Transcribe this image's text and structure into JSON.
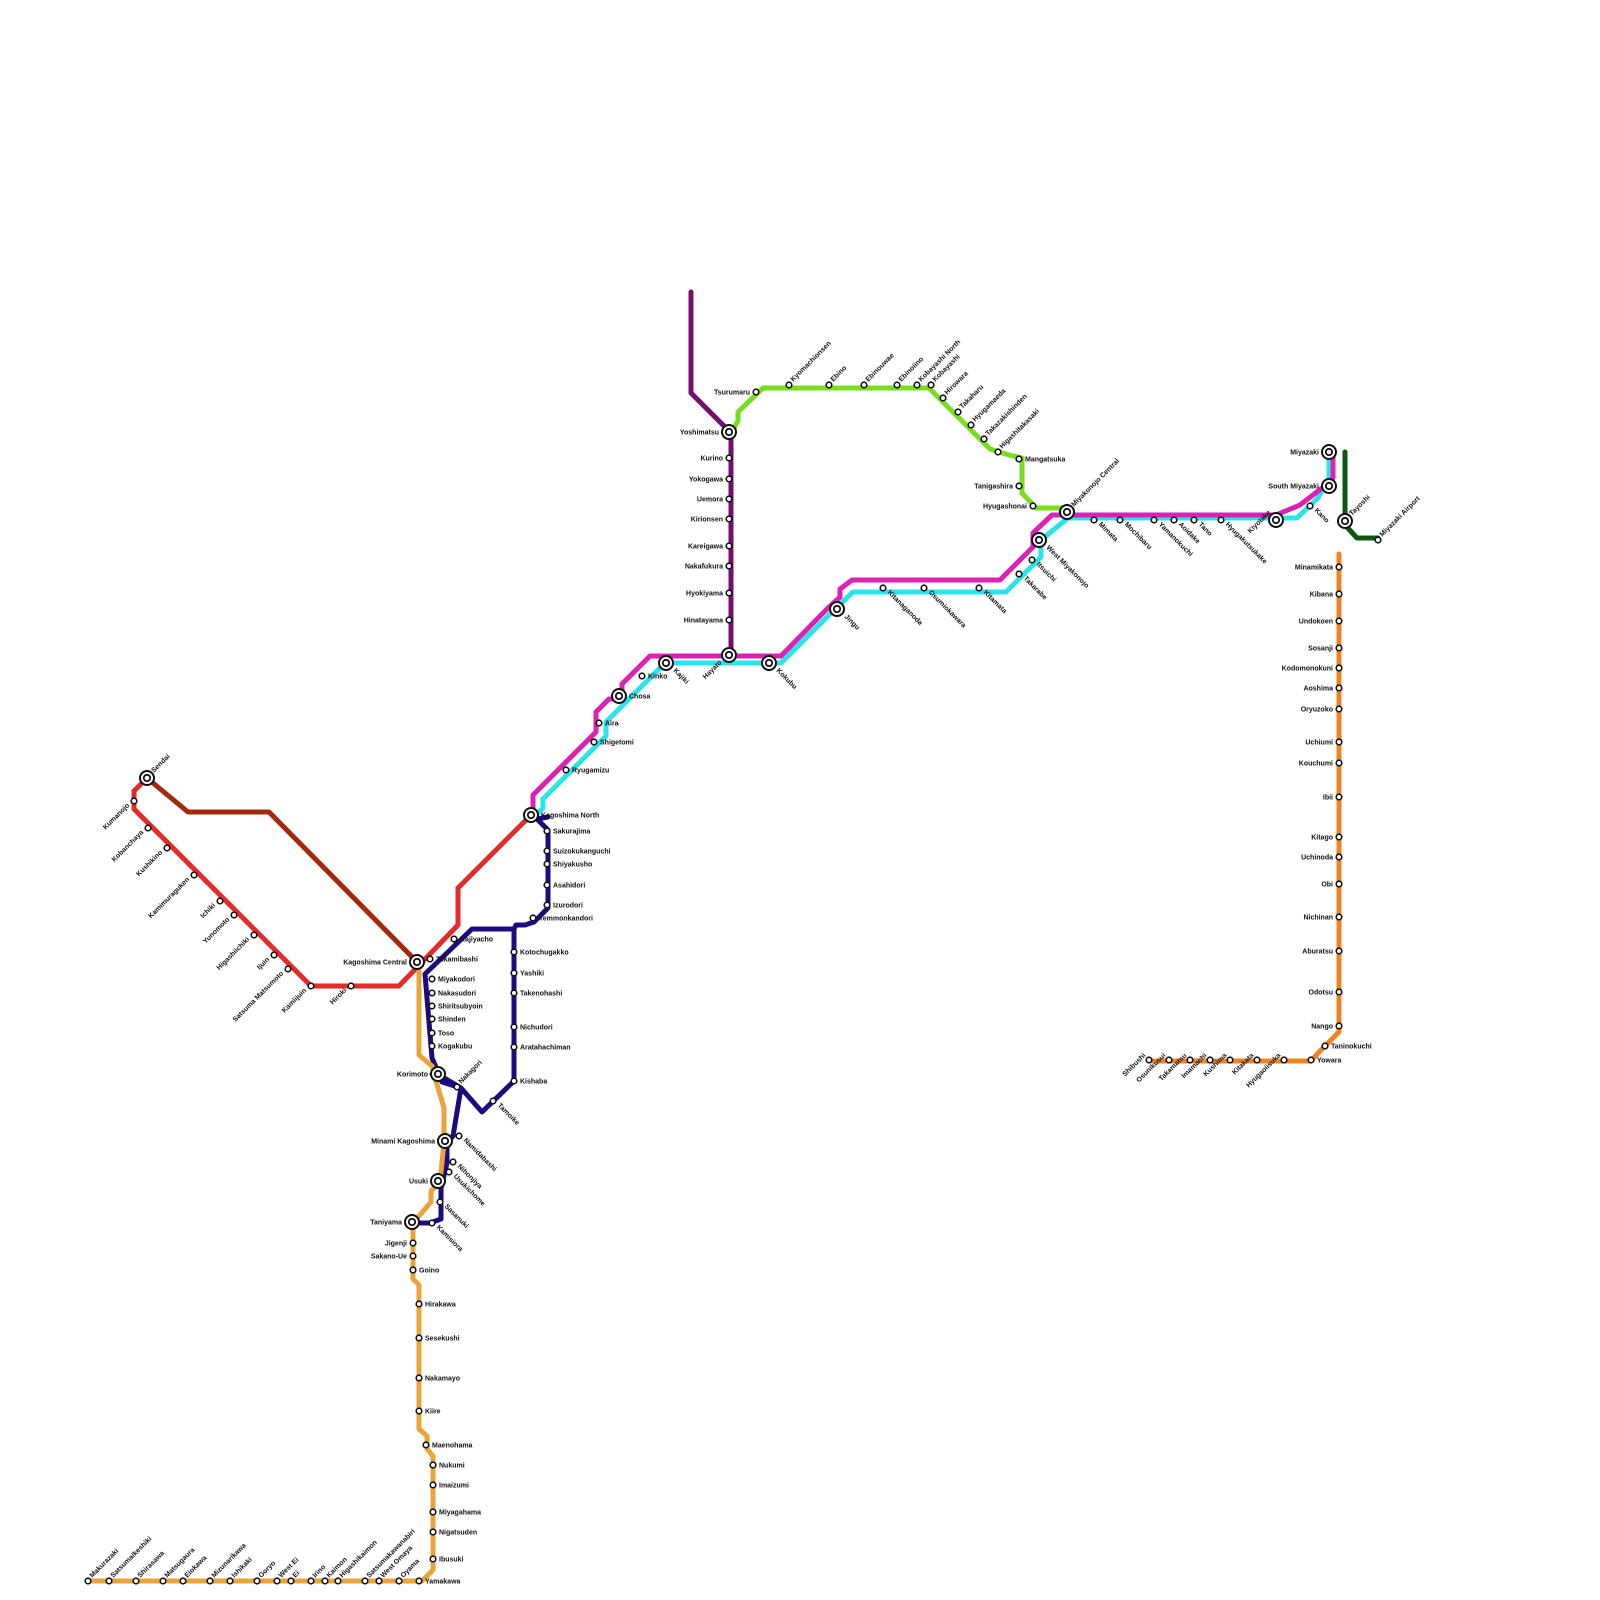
{
  "colors": {
    "red": "#e52a2a",
    "brown": "#a5280b",
    "purple": "#750c6e",
    "green": "#77df1d",
    "magenta": "#db22b4",
    "cyan": "#27e5ea",
    "navy": "#1c0a80",
    "gold": "#eaa43a",
    "orange": "#f08421",
    "darkgreen": "#0c5712"
  },
  "stations": [
    "Sendai",
    "Kumanojo",
    "Kobanchaya",
    "Kushikino",
    "Kamimuraguken",
    "Ichiki",
    "Yunomoto",
    "Higashiichiki",
    "Ijuin",
    "Satsuma Matsumoto",
    "Kamiijuin",
    "Hiroki",
    "Kagoshima Central",
    "Kagoshima North",
    "Ryugamizu",
    "Shigetomi",
    "Aira",
    "Chosa",
    "Kinko",
    "Kajiki",
    "Hayato",
    "Kokubu",
    "Jingu",
    "Kitanaganoda",
    "Osumiokawara",
    "Kitamata",
    "Takarabe",
    "Itsuichi",
    "West Miyakonojo",
    "Miyakonojo Central",
    "Mimata",
    "Mochibaru",
    "Yamanokuchi",
    "Aoidake",
    "Tano",
    "Hyugakutsukake",
    "Kiyotake",
    "Kano",
    "South Miyazaki",
    "Miyazaki",
    "Yoshimatsu",
    "Kurino",
    "Yokogawa",
    "Uemora",
    "Kirionsen",
    "Kareigawa",
    "Nakafukura",
    "Hyokiyama",
    "Hinatayama",
    "Tsurumaru",
    "Kyomachionsen",
    "Ebino",
    "Ebinouwae",
    "Ebinoiino",
    "Kobayashi North",
    "Kobayashi",
    "Hirowara",
    "Takaharu",
    "Hyugamaeda",
    "Takazakishinden",
    "Higashitakasaki",
    "Mangatsuka",
    "Tanigashira",
    "Hyugashonai",
    "Takamibashi",
    "Miyakodori",
    "Nakasudori",
    "Shiritsubyoin",
    "Shinden",
    "Toso",
    "Kogakubu",
    "Korimoto",
    "Nakagori",
    "Minami Kagoshima",
    "Usuki",
    "Taniyama",
    "Kajiyacho",
    "Sakurajima",
    "Suizokukanguchi",
    "Shiyakusho",
    "Asahidori",
    "Izurodori",
    "Temmonkandori",
    "Kotochugakko",
    "Yashiki",
    "Takenohashi",
    "Nichudori",
    "Aratahachiman",
    "Kishaba",
    "Tamoike",
    "Namidabashi",
    "Nihonjiya",
    "Usukichome",
    "Sasanuki",
    "Kamisiora",
    "Jigenji",
    "Sakano-Ue",
    "Goino",
    "Hirakawa",
    "Sesekushi",
    "Nakamayo",
    "Kiire",
    "Maenohama",
    "Nukumi",
    "Imaizumi",
    "Miyagahama",
    "Nigatsuden",
    "Ibusuki",
    "Yamakawa",
    "Oyama",
    "West Omaya",
    "Satsumakawanabiri",
    "Higashikaimon",
    "Kaimon",
    "Irino",
    "Ei",
    "West Ei",
    "Goryo",
    "Ishikaki",
    "Mizunarikawa",
    "Eiokawa",
    "Matsugaura",
    "Shirasawa",
    "Satsumaikeshiki",
    "Makurazaki",
    "Tayoshi",
    "Miyazaki Airport",
    "Minamikata",
    "Kibana",
    "Undokoen",
    "Sosanji",
    "Kodomonokuni",
    "Aoshima",
    "Oryuzoko",
    "Uchiumi",
    "Kouchumi",
    "Ibii",
    "Kitago",
    "Uchinoda",
    "Obi",
    "Nichinan",
    "Aburatsu",
    "Odotsu",
    "Nango",
    "Taninokuchi",
    "Yowara",
    "Hyugaoiisuka",
    "Kitakata",
    "Kushima",
    "Imamachi",
    "Takamatsu",
    "Osunikusui",
    "Shibushi"
  ]
}
